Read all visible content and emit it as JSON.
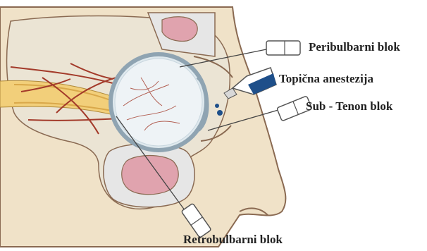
{
  "labels": {
    "peribulbar": "Peribulbarni blok",
    "topical": "Topična anestezija",
    "sub_tenon": "Sub - Tenon blok",
    "retrobulbar": "Retrobulbarni blok"
  },
  "colors": {
    "skin": "#f0e2c8",
    "skin_outline": "#8a6a52",
    "bone": "#e8e8e8",
    "sinus": "#e0a3ae",
    "globe": "#dfe9ee",
    "globe_rim": "#8fa4b2",
    "vessel": "#a33a2a",
    "nerve": "#f2cf7a",
    "drops": "#1e4f8a"
  },
  "icons": [
    "syringe-icon",
    "eye-drop-bottle-icon"
  ]
}
